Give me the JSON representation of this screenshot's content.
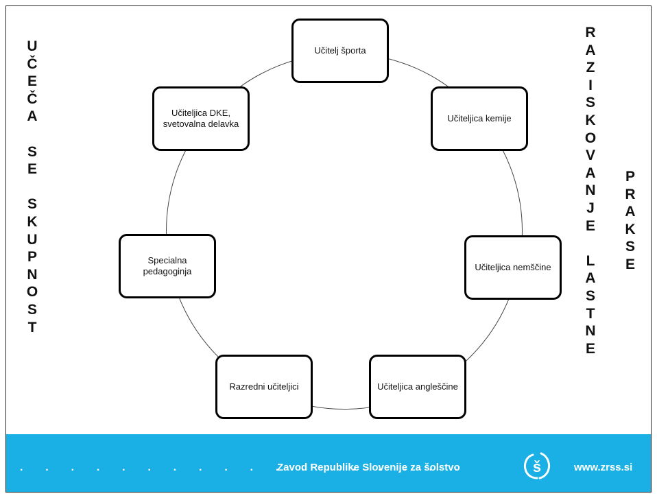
{
  "side_text": {
    "left": [
      "U",
      "Č",
      "E",
      "Č",
      "A",
      "",
      "S",
      "E",
      "",
      "S",
      "K",
      "U",
      "P",
      "N",
      "O",
      "S",
      "T"
    ],
    "middle": [
      "R",
      "A",
      "Z",
      "I",
      "S",
      "K",
      "O",
      "V",
      "A",
      "N",
      "J",
      "E",
      "",
      "L",
      "A",
      "S",
      "T",
      "N",
      "E"
    ],
    "right": [
      "P",
      "R",
      "A",
      "K",
      "S",
      "E"
    ]
  },
  "nodes": {
    "sport": "Učitelj  športa",
    "chem": "Učiteljica kemije",
    "german": "Učiteljica nemščine",
    "english": "Učiteljica angleščine",
    "class": "Razredni učiteljici",
    "special": "Specialna pedagoginja",
    "dke": "Učiteljica DKE, svetovalna delavka"
  },
  "footer": {
    "dots": ". . . . . . . . . . . . . . . . . .",
    "org": "Zavod Republike Slovenije za šolstvo",
    "logo_icon": "zrss-logo-icon",
    "website": "www.zrss.si",
    "color": "#1ab0e6"
  }
}
